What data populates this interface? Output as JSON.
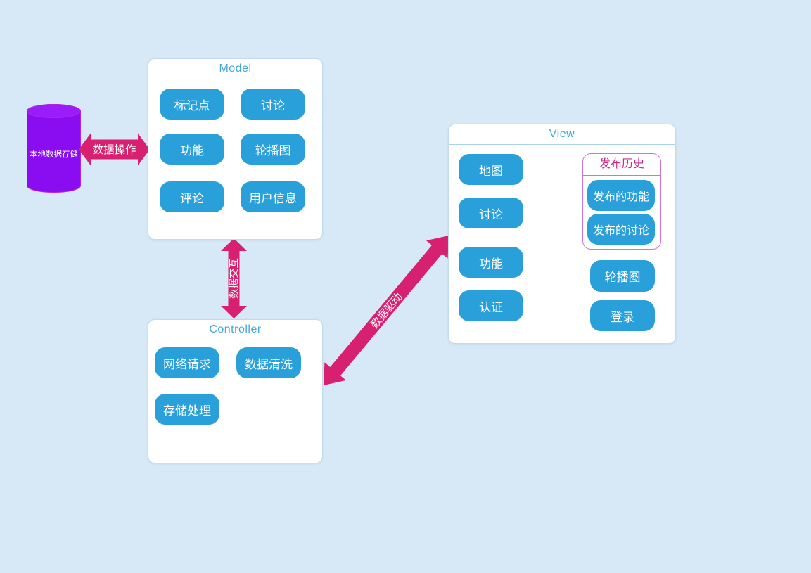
{
  "storage": {
    "label": "本地数据存储"
  },
  "arrows": {
    "operation": "数据操作",
    "interaction": "数据交互",
    "driven": "数据驱动"
  },
  "model": {
    "title": "Model",
    "buttons": [
      "标记点",
      "讨论",
      "功能",
      "轮播图",
      "评论",
      "用户信息"
    ]
  },
  "controller": {
    "title": "Controller",
    "buttons": [
      "网络请求",
      "数据清洗",
      "存储处理"
    ]
  },
  "view": {
    "title": "View",
    "left_buttons": [
      "地图",
      "讨论",
      "功能",
      "认证"
    ],
    "publish_history": {
      "title": "发布历史",
      "buttons": [
        "发布的功能",
        "发布的讨论"
      ]
    },
    "right_buttons": [
      "轮播图",
      "登录"
    ]
  },
  "colors": {
    "node_blue": "#29a0d9",
    "arrow_pink": "#d82070",
    "storage_purple": "#8a0cf0",
    "storage_top": "#9a1cfa",
    "panel_title_blue": "#3fa7da",
    "history_title_magenta": "#c52c8a",
    "history_border": "#cc74d8",
    "background_blue": "#d7e9f6"
  }
}
